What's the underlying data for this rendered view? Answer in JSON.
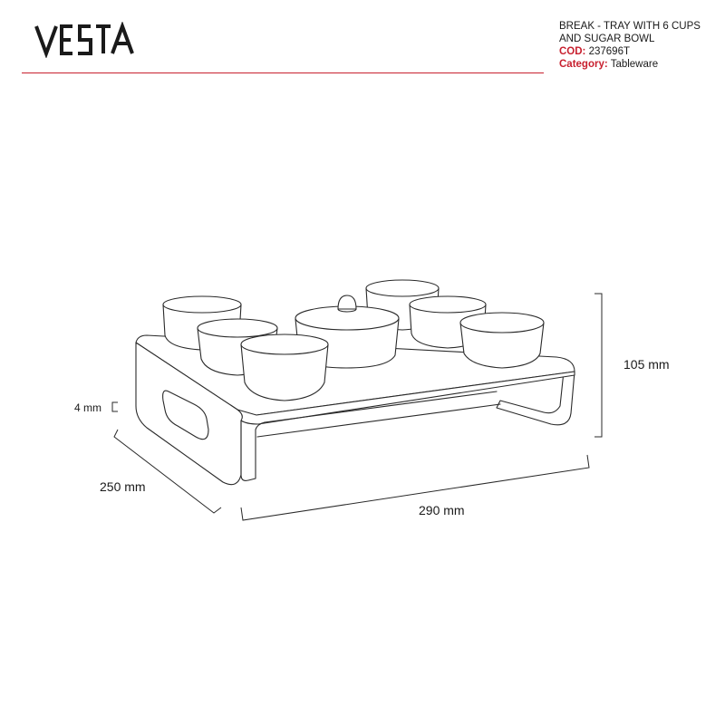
{
  "brand": {
    "logo_text": "VESTA"
  },
  "product": {
    "title_line1": "BREAK - TRAY WITH 6 CUPS",
    "title_line2": "AND SUGAR BOWL",
    "code_label": "COD:",
    "code_value": "237696T",
    "category_label": "Category:",
    "category_value": "Tableware"
  },
  "dimensions": {
    "height": "105 mm",
    "length": "290 mm",
    "depth": "250 mm",
    "thickness": "4 mm"
  },
  "colors": {
    "accent": "#c8202f",
    "line": "#2a2a2a",
    "text": "#1a1a1a"
  }
}
